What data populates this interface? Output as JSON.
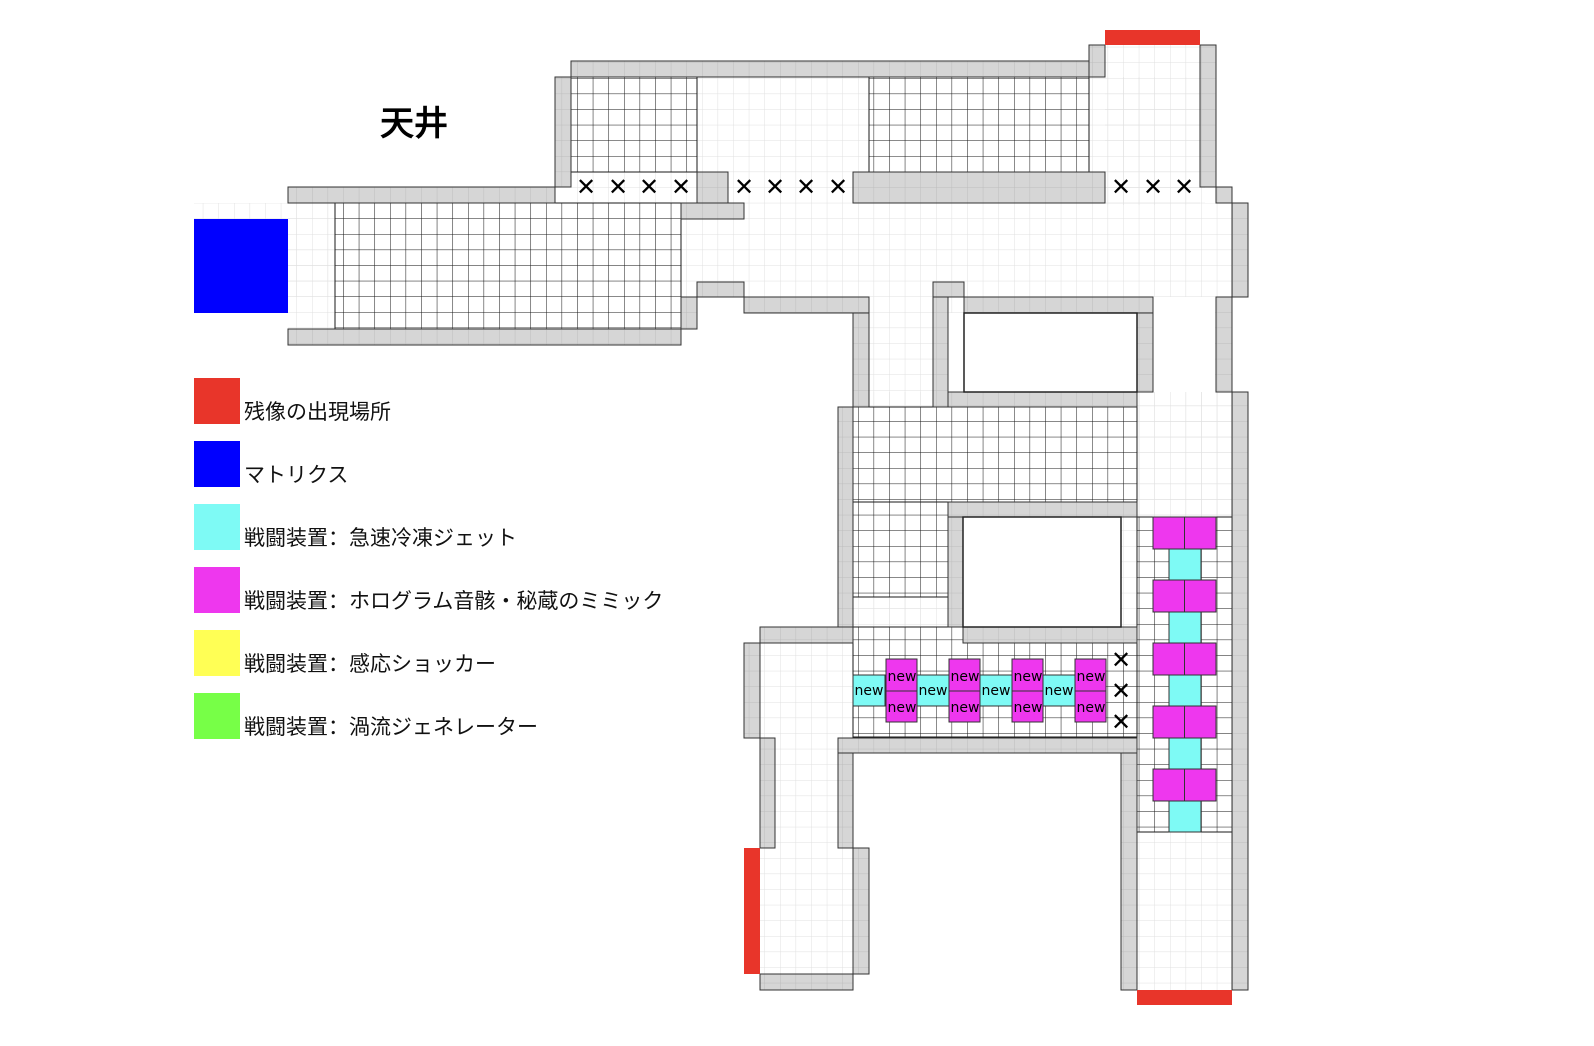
{
  "title": "天井",
  "legend": [
    {
      "label": "残像の出現場所",
      "color": "#e8352a"
    },
    {
      "label": "マトリクス",
      "color": "#0000ff"
    },
    {
      "label": "戦闘装置：急速冷凍ジェット",
      "color": "#7efaf5"
    },
    {
      "label": "戦闘装置：ホログラム音骸・秘蔵のミミック",
      "color": "#ee37ee"
    },
    {
      "label": "戦闘装置：感応ショッカー",
      "color": "#ffff55"
    },
    {
      "label": "戦闘装置：渦流ジェネレーター",
      "color": "#77ff47"
    }
  ],
  "markers": {
    "blocked_symbol": "✕",
    "new_label": "new"
  },
  "colors": {
    "wall": "#d9d9d9",
    "wall_border": "#444444",
    "floor_grid": "#e2e2e2",
    "dark_grid": "#222222"
  }
}
